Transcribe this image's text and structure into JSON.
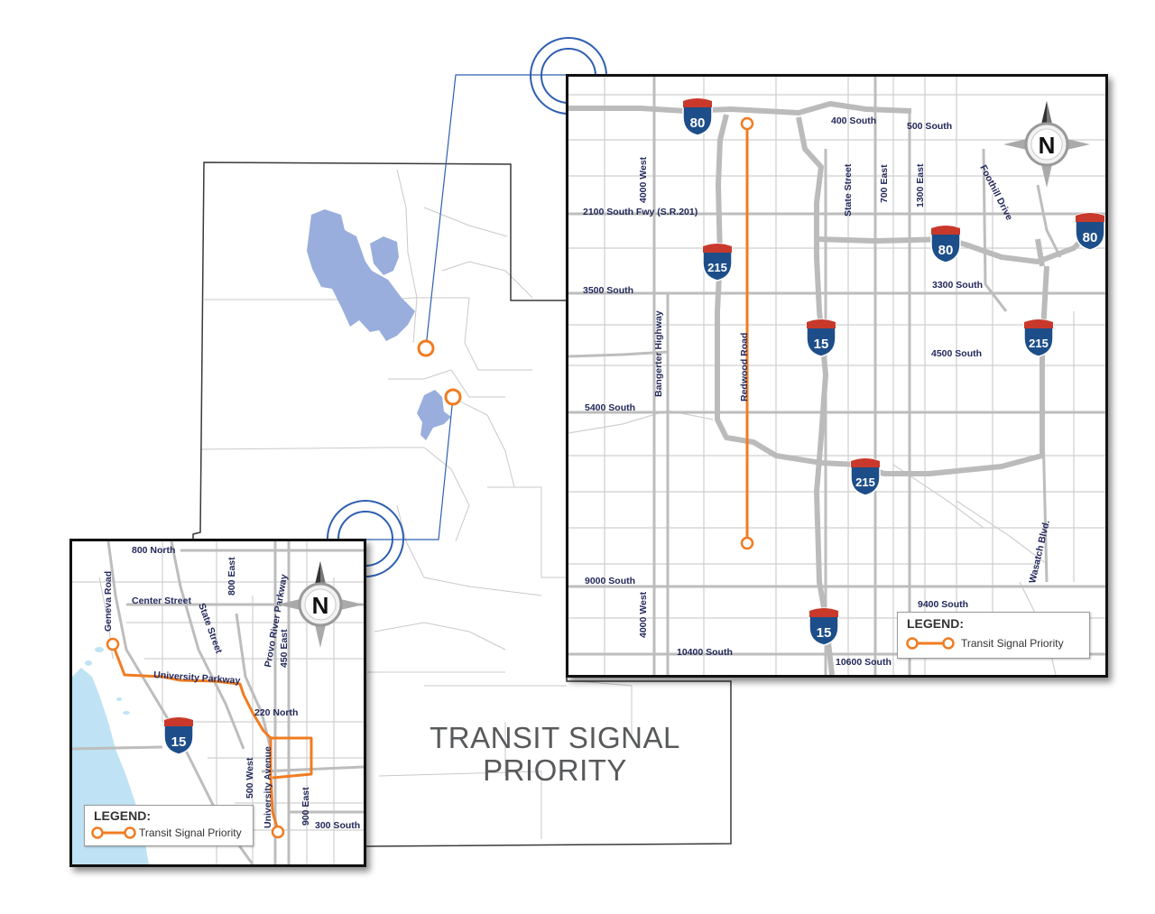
{
  "title": {
    "line1": "TRANSIT SIGNAL",
    "line2": "PRIORITY"
  },
  "colors": {
    "route": "#f07c22",
    "shield": "#1d4e8a",
    "shield_top": "#c8392b",
    "water": "#99aedc",
    "road": "#c8c8c8",
    "callout": "#2e5fb0",
    "label": "#22295a"
  },
  "salt_lake_map": {
    "legend": {
      "title": "LEGEND:",
      "item": "Transit Signal Priority"
    },
    "north_label": "N",
    "shields": {
      "i80_a": "80",
      "i80_b": "80",
      "i80_c": "80",
      "i215_a": "215",
      "i215_b": "215",
      "i215_c": "215",
      "i15_a": "15",
      "i15_b": "15"
    },
    "labels": {
      "s400": "400 South",
      "s500": "500 South",
      "w4000": "4000 West",
      "state": "State Street",
      "e700": "700 East",
      "e1300": "1300 East",
      "foothill": "Foothill Drive",
      "fwy2100": "2100 South Fwy (S.R.201)",
      "s3500": "3500 South",
      "s3300": "3300 South",
      "bangerter": "Bangerter Highway",
      "redwood": "Redwood Road",
      "s4500": "4500 South",
      "s5400": "5400 South",
      "wasatch": "Wasatch Blvd.",
      "s9000": "9000 South",
      "s9400": "9400 South",
      "w4000b": "4000 West",
      "s10400": "10400 South",
      "s10600": "10600 South"
    }
  },
  "provo_map": {
    "legend": {
      "title": "LEGEND:",
      "item": "Transit Signal Priority"
    },
    "north_label": "N",
    "shields": {
      "i15": "15"
    },
    "labels": {
      "n800": "800 North",
      "geneva": "Geneva Road",
      "center": "Center Street",
      "state": "State Street",
      "e800": "800 East",
      "provo_river": "Provo River Parkway",
      "e450": "450 East",
      "univ_pkwy": "University Parkway",
      "n220": "220 North",
      "w500": "500 West",
      "univ_ave": "University Avenue",
      "e900": "900 East",
      "s300": "300 South"
    }
  }
}
